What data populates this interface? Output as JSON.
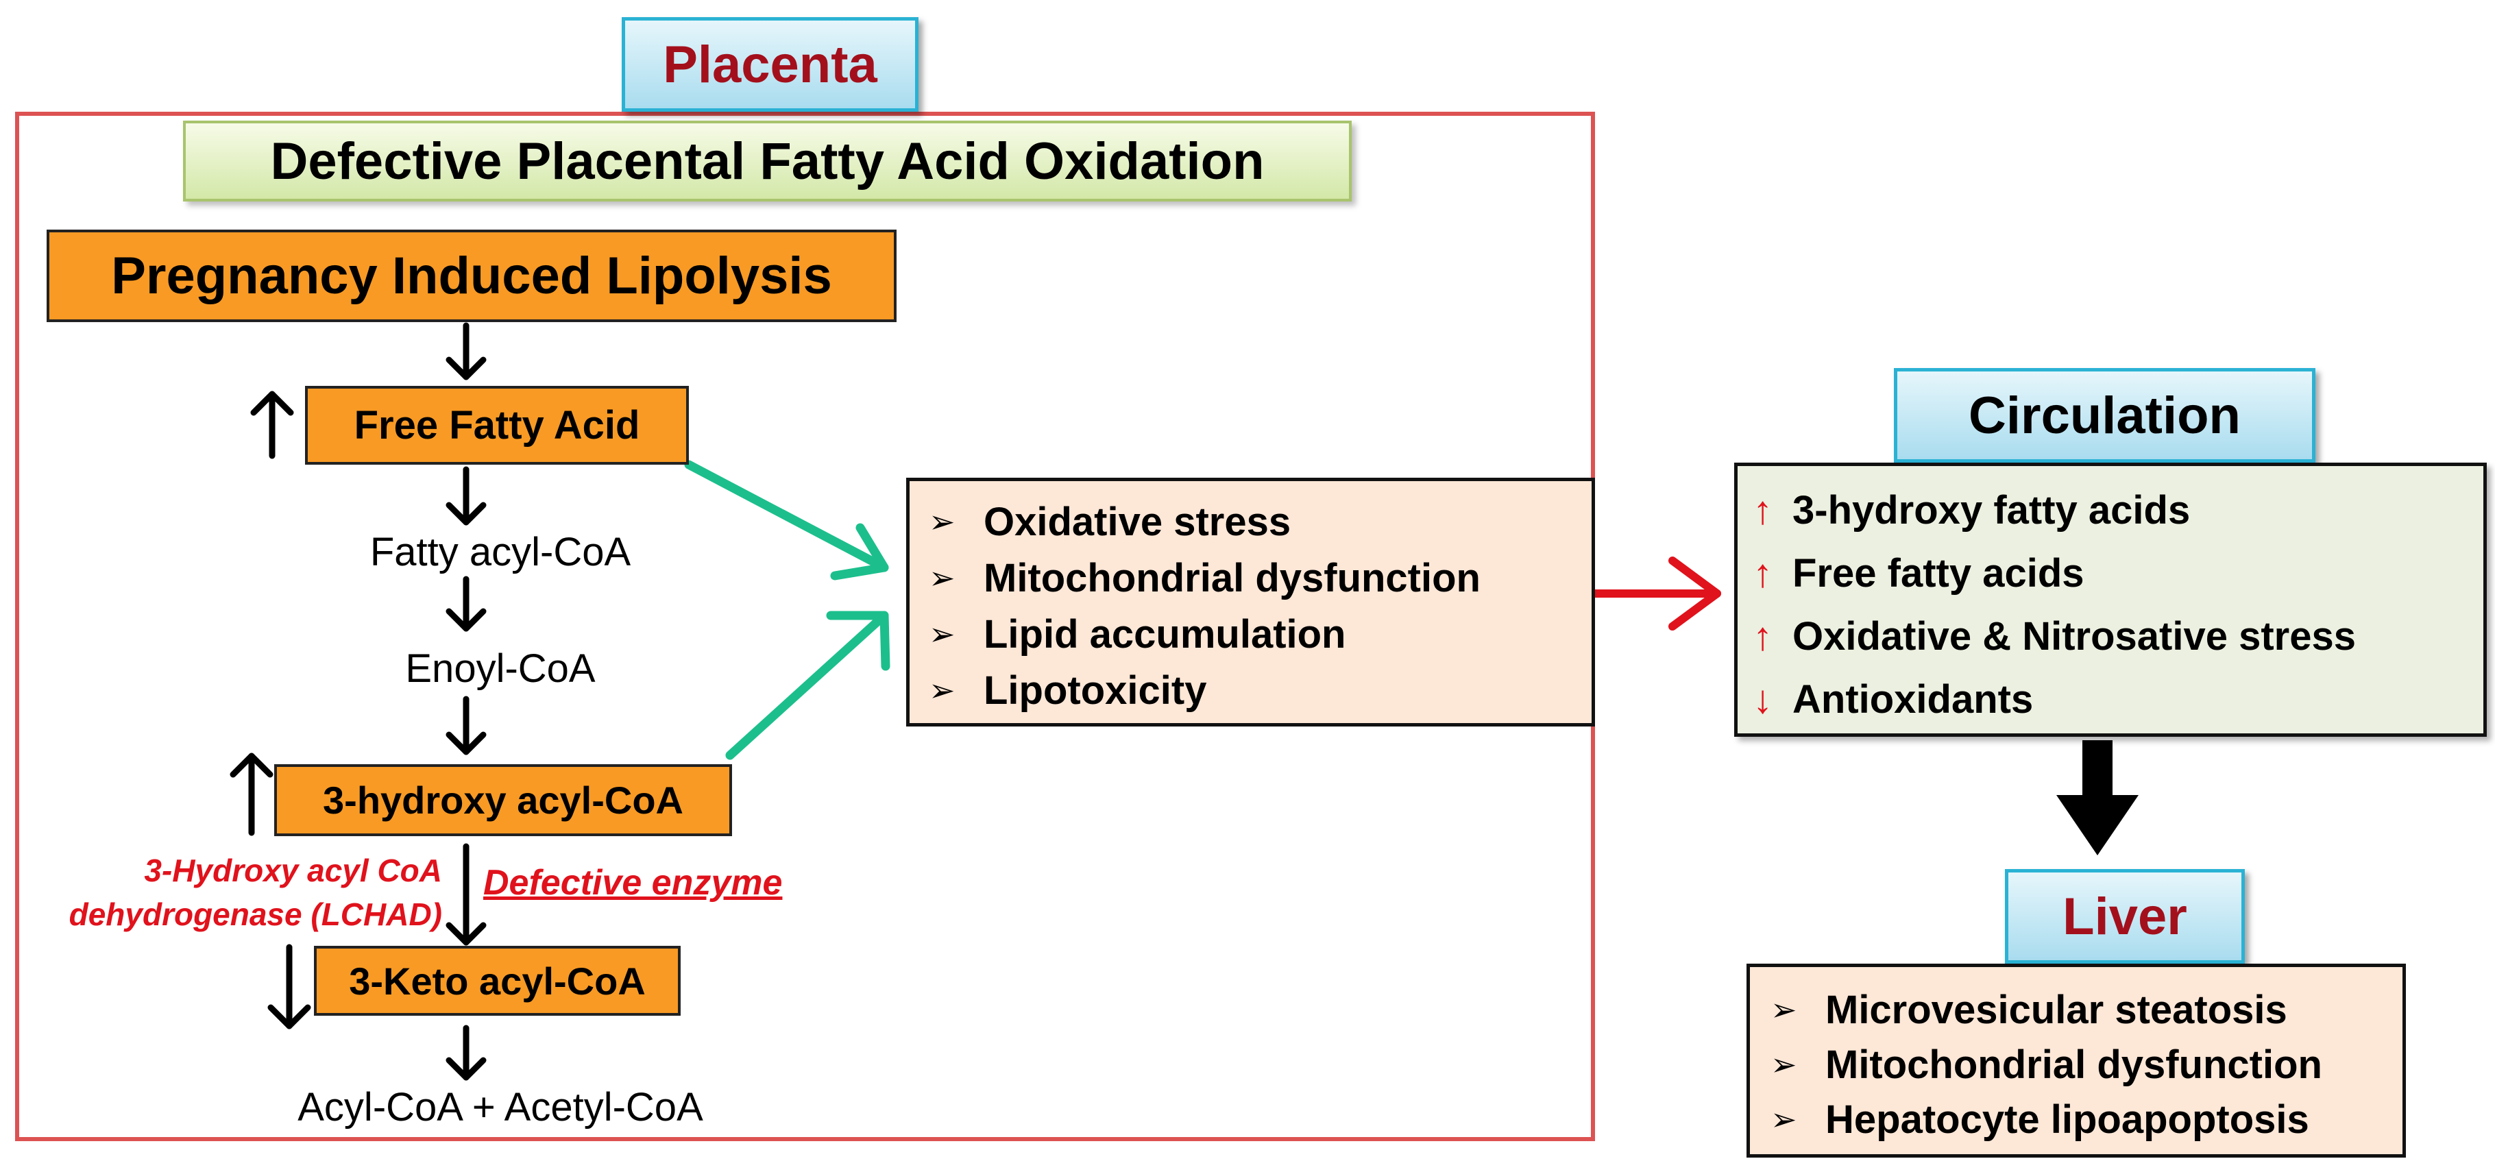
{
  "placenta": {
    "label": "Placenta",
    "banner": "Defective Placental Fatty Acid Oxidation",
    "lipolysis": "Pregnancy Induced Lipolysis",
    "free_fatty_acid": "Free Fatty Acid",
    "fatty_acyl_coa": "Fatty acyl-CoA",
    "enoyl_coa": "Enoyl-CoA",
    "hydroxy_acyl_coa": "3-hydroxy acyl-CoA",
    "enzyme_line1": "3-Hydroxy acyl CoA",
    "enzyme_line2": "dehydrogenase (LCHAD)",
    "defective_enzyme": "Defective enzyme",
    "keto_acyl_coa": "3-Keto acyl-CoA",
    "final_products": "Acyl-CoA + Acetyl-CoA",
    "effects": [
      "Oxidative stress",
      "Mitochondrial dysfunction",
      "Lipid accumulation",
      "Lipotoxicity"
    ]
  },
  "circulation": {
    "label": "Circulation",
    "items": [
      {
        "direction": "↑",
        "text": "3-hydroxy fatty acids"
      },
      {
        "direction": "↑",
        "text": "Free fatty acids"
      },
      {
        "direction": "↑",
        "text": "Oxidative & Nitrosative stress"
      },
      {
        "direction": "↓",
        "text": "Antioxidants"
      }
    ]
  },
  "liver": {
    "label": "Liver",
    "items": [
      "Microvesicular steatosis",
      "Mitochondrial dysfunction",
      "Hepatocyte lipoapoptosis"
    ]
  },
  "bullet_symbol": "➢",
  "colors": {
    "placenta_border": "#dd5252",
    "label_border": "#2ab2d4",
    "label_text": "#a3101c",
    "orange_box": "#f89a24",
    "teal_arrow": "#1cbf8c",
    "red_arrow": "#e0121c"
  }
}
